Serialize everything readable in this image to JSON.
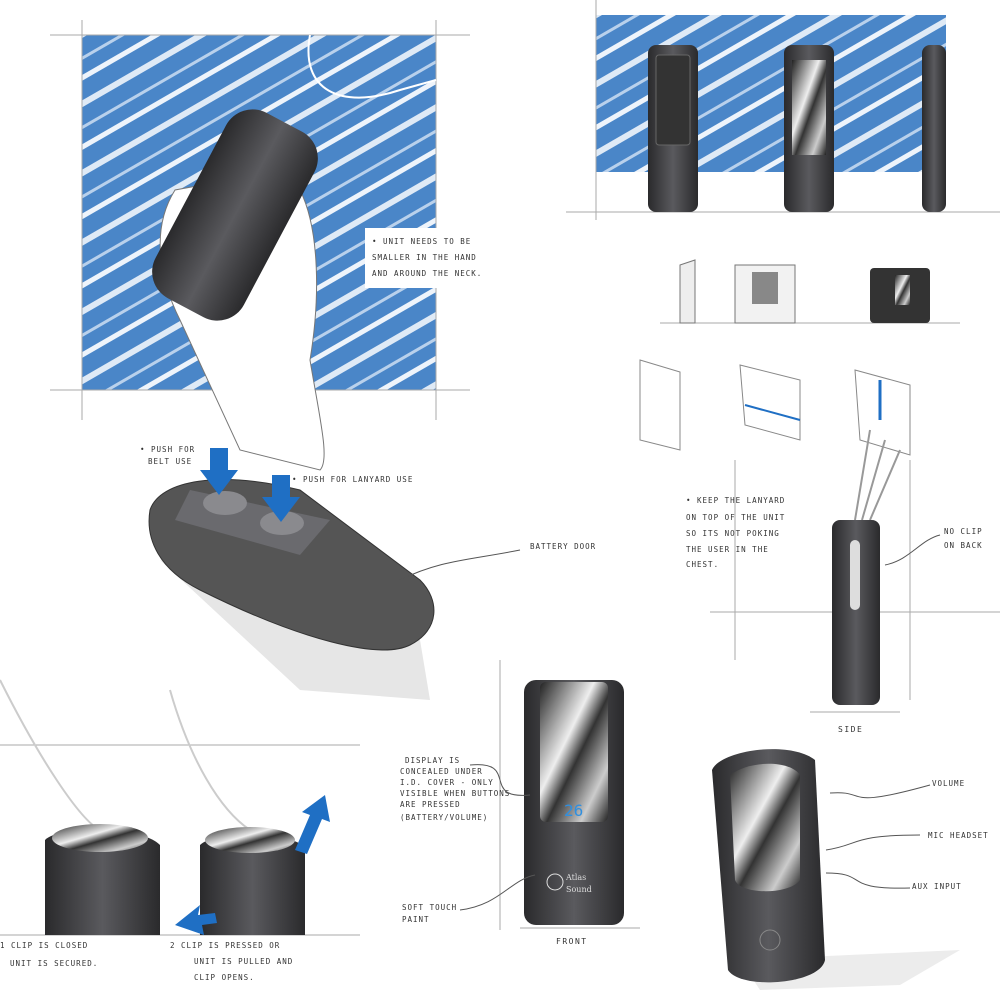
{
  "colors": {
    "sky_blue": "#4a86c8",
    "arrow_blue": "#1f6fc4",
    "device_dark": "#3a3a3c",
    "display_blue": "#2f8fe0"
  },
  "notes": {
    "hand_note": [
      "• UNIT NEEDS TO BE",
      "SMALLER IN THE HAND",
      "AND AROUND THE NECK."
    ],
    "belt_note": [
      "• PUSH FOR",
      "BELT USE"
    ],
    "lanyard_note": [
      "• PUSH FOR LANYARD USE"
    ],
    "battery_door": "BATTERY DOOR",
    "lanyard_top_note": [
      "• KEEP THE LANYARD",
      "ON TOP OF THE UNIT",
      "SO ITS NOT POKING",
      "THE USER IN THE",
      "CHEST."
    ],
    "no_clip_note": [
      "NO CLIP",
      "ON BACK"
    ],
    "side_label": "SIDE",
    "display_note": [
      "DISPLAY IS",
      "CONCEALED UNDER",
      "I.D. COVER - ONLY",
      "VISIBLE WHEN BUTTONS",
      "ARE PRESSED",
      "(BATTERY/VOLUME)"
    ],
    "soft_touch_note": [
      "SOFT TOUCH",
      "PAINT"
    ],
    "front_label": "FRONT",
    "volume": "VOLUME",
    "mic_headset": "MIC HEADSET",
    "aux_input": "AUX INPUT",
    "clip_closed": [
      "1 CLIP IS CLOSED",
      "UNIT IS SECURED."
    ],
    "clip_open": [
      "2 CLIP IS PRESSED OR",
      "UNIT IS PULLED AND",
      "CLIP OPENS."
    ]
  },
  "device": {
    "display_value": "26",
    "logo_text": [
      "Atlas",
      "Sound"
    ]
  }
}
